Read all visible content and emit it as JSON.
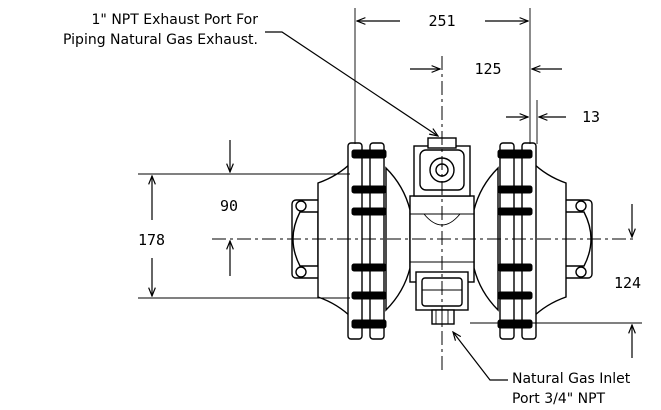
{
  "callouts": {
    "exhaust_line1": "1\" NPT Exhaust Port For",
    "exhaust_line2": "Piping Natural Gas Exhaust.",
    "inlet_line1": "Natural Gas Inlet",
    "inlet_line2": "Port 3/4\" NPT"
  },
  "dimensions": {
    "overall_width": "251",
    "half_width": "125",
    "flange": "13",
    "upper_height": "90",
    "overall_height": "178",
    "inlet_offset": "124"
  }
}
